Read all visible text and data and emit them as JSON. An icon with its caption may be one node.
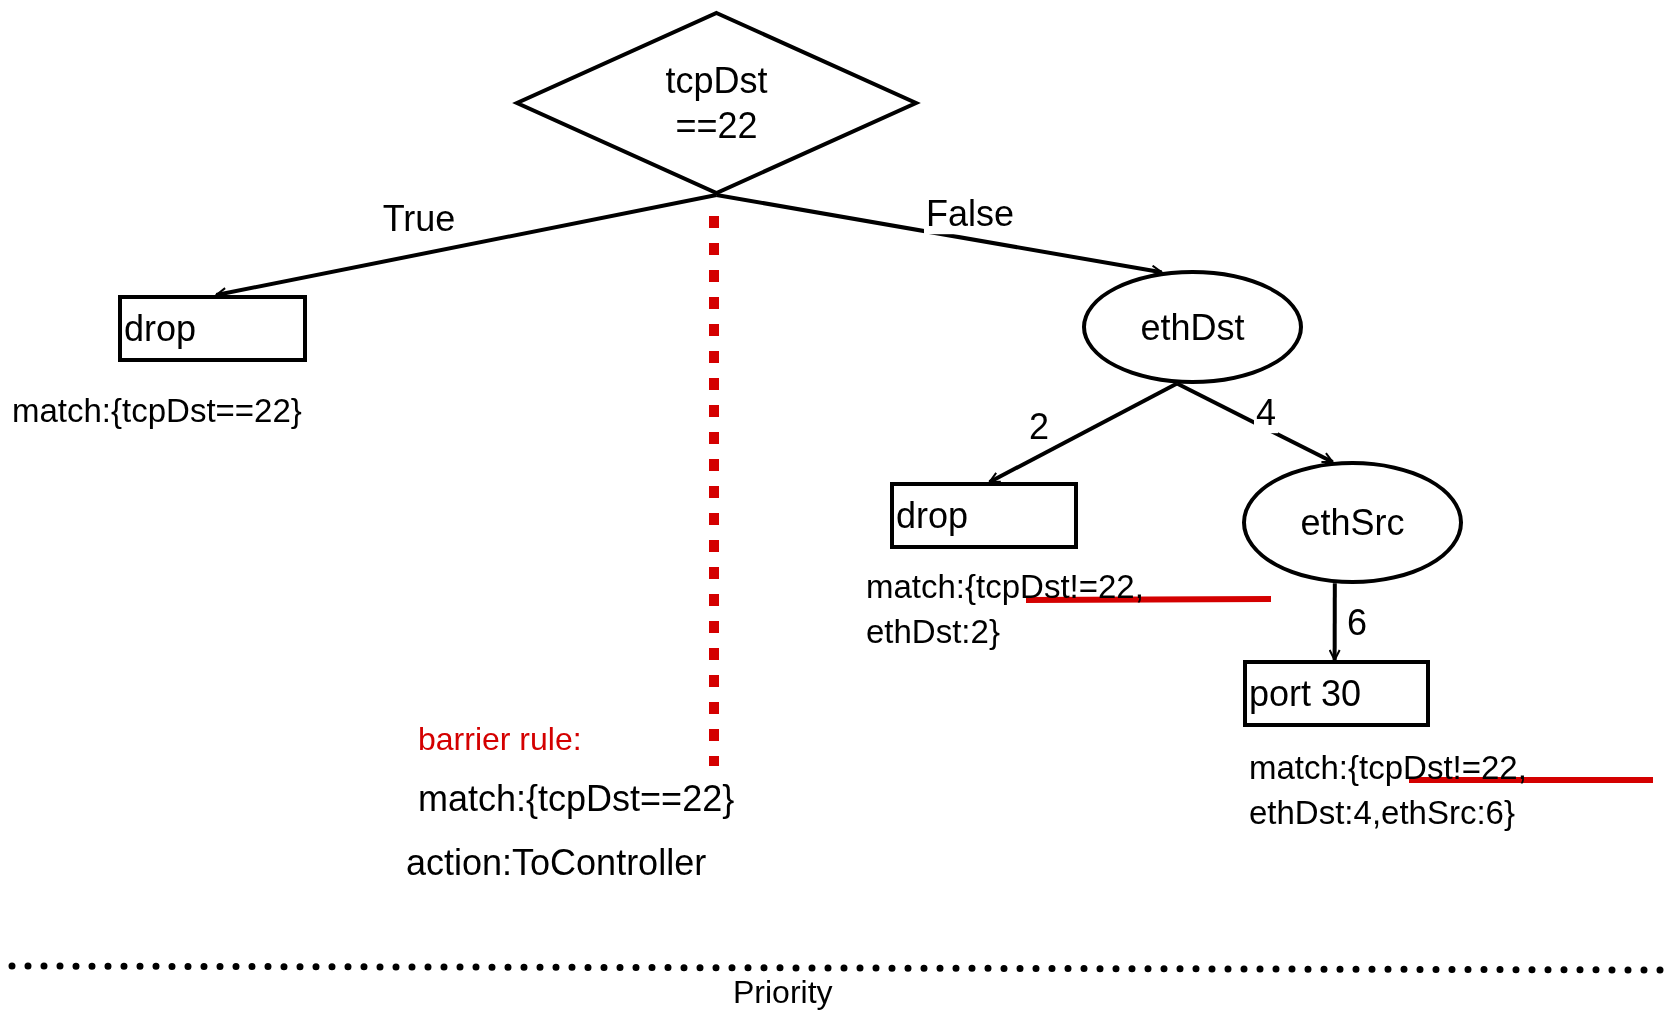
{
  "diagram": {
    "nodes": [
      {
        "text": [
          "tcpDst ==22"
        ]
      },
      {
        "text": [
          "drop"
        ],
        "beside": [
          "match:{tcpDst==22}"
        ]
      },
      {
        "text": [
          "ethDst"
        ]
      },
      {
        "text": [
          "drop"
        ],
        "beside": [
          "match:{tcpDst!=22, ethDst:2}"
        ]
      },
      {
        "text": [
          "ethSrc"
        ]
      },
      {
        "text": [
          "port 30"
        ],
        "beside": [
          "match:{tcpDst!=22, ethDst:4,ethSrc:6}"
        ]
      }
    ],
    "edges": [
      {
        "from": 0,
        "to": 1,
        "arrow": "to",
        "label": "True"
      },
      {
        "from": 0,
        "to": 2,
        "arrow": "to",
        "label": "False"
      },
      {
        "from": 2,
        "to": 3,
        "arrow": "to",
        "label": "2"
      },
      {
        "from": 2,
        "to": 4,
        "arrow": "to",
        "label": "4"
      },
      {
        "from": 4,
        "to": 5,
        "arrow": "to",
        "label": "6"
      }
    ],
    "labels": [
      "barrier rule:",
      "match:{tcpDst==22}",
      "action:ToController",
      "Priority"
    ]
  }
}
